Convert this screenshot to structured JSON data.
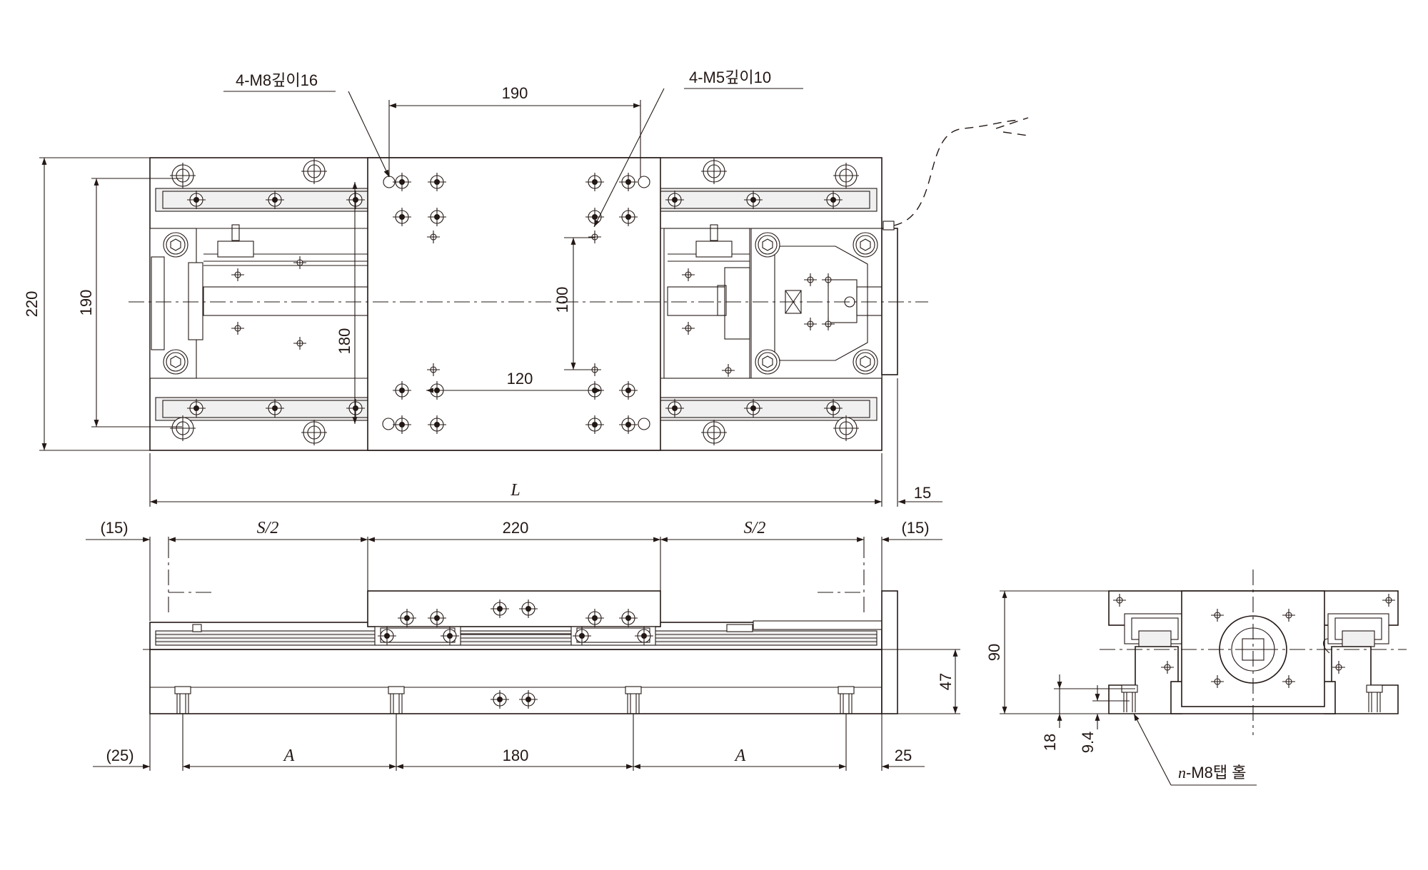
{
  "callouts": {
    "m8": "4-M8깊이16",
    "m5": "4-M5깊이10",
    "tap": "-M8탭 홀",
    "tap_var": "n"
  },
  "dims": {
    "top_190_horiz": "190",
    "left_220": "220",
    "left_190": "190",
    "inner_180": "180",
    "inner_100": "100",
    "inner_120": "120",
    "L": "L",
    "right_15": "15",
    "s2_left": "S/2",
    "mid_220": "220",
    "s2_right": "S/2",
    "paren15_left": "(15)",
    "paren15_right": "(15)",
    "paren25_left": "(25)",
    "A_left": "A",
    "mid_180": "180",
    "A_right": "A",
    "right_25": "25",
    "side_47": "47",
    "end_90": "90",
    "end_18": "18",
    "end_9_4": "9.4"
  }
}
